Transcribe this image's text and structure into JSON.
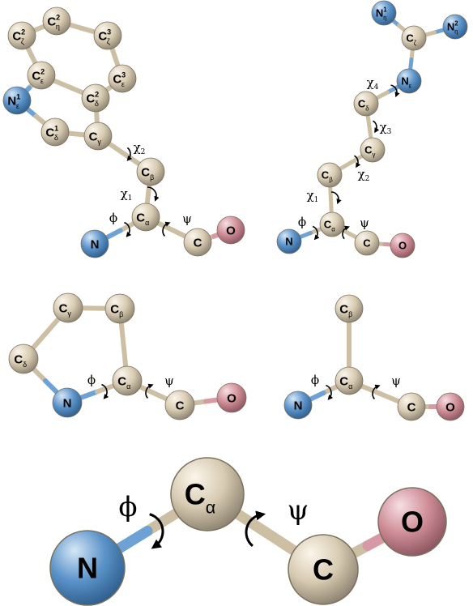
{
  "colors": {
    "carbon": "#d8cbb2",
    "nitrogen": "#5b93c9",
    "oxygen": "#cf8e98",
    "bond": "#cdbfa4",
    "bond_n": "#6ea2d4",
    "bond_o": "#d59aa3"
  },
  "panels": [
    {
      "id": "tryptophan",
      "atoms": [
        {
          "id": "cz2",
          "el": "C",
          "label": "C",
          "sub": "ζ",
          "sup": "2"
        },
        {
          "id": "ch2",
          "el": "C",
          "label": "C",
          "sub": "η",
          "sup": "2"
        },
        {
          "id": "cz3",
          "el": "C",
          "label": "C",
          "sub": "ζ",
          "sup": "3"
        },
        {
          "id": "ce3",
          "el": "C",
          "label": "C",
          "sub": "ε",
          "sup": "3"
        },
        {
          "id": "cd2",
          "el": "C",
          "label": "C",
          "sub": "δ",
          "sup": "2"
        },
        {
          "id": "ce2",
          "el": "C",
          "label": "C",
          "sub": "ε",
          "sup": "2"
        },
        {
          "id": "ne1",
          "el": "N",
          "label": "N",
          "sub": "ε",
          "sup": "1"
        },
        {
          "id": "cd1",
          "el": "C",
          "label": "C",
          "sub": "δ",
          "sup": "1"
        },
        {
          "id": "cg",
          "el": "C",
          "label": "C",
          "sub": "γ",
          "sup": ""
        },
        {
          "id": "cb",
          "el": "C",
          "label": "C",
          "sub": "β",
          "sup": ""
        },
        {
          "id": "ca",
          "el": "C",
          "label": "C",
          "sub": "α",
          "sup": ""
        },
        {
          "id": "n",
          "el": "N",
          "label": "N",
          "sub": "",
          "sup": ""
        },
        {
          "id": "c",
          "el": "C",
          "label": "C",
          "sub": "",
          "sup": ""
        },
        {
          "id": "o",
          "el": "O",
          "label": "O",
          "sub": "",
          "sup": ""
        }
      ],
      "torsions": [
        {
          "sym": "χ",
          "sub": "2"
        },
        {
          "sym": "χ",
          "sub": "1"
        },
        {
          "sym": "ϕ",
          "sub": ""
        },
        {
          "sym": "ψ",
          "sub": ""
        }
      ]
    },
    {
      "id": "arginine",
      "atoms": [
        {
          "id": "nh1",
          "el": "N",
          "label": "N",
          "sub": "η",
          "sup": "1"
        },
        {
          "id": "nh2",
          "el": "N",
          "label": "N",
          "sub": "η",
          "sup": "2"
        },
        {
          "id": "cz",
          "el": "C",
          "label": "C",
          "sub": "ζ",
          "sup": ""
        },
        {
          "id": "ne",
          "el": "N",
          "label": "N",
          "sub": "ε",
          "sup": ""
        },
        {
          "id": "cd",
          "el": "C",
          "label": "C",
          "sub": "δ",
          "sup": ""
        },
        {
          "id": "cg",
          "el": "C",
          "label": "C",
          "sub": "γ",
          "sup": ""
        },
        {
          "id": "cb",
          "el": "C",
          "label": "C",
          "sub": "β",
          "sup": ""
        },
        {
          "id": "ca",
          "el": "C",
          "label": "C",
          "sub": "α",
          "sup": ""
        },
        {
          "id": "n",
          "el": "N",
          "label": "N",
          "sub": "",
          "sup": ""
        },
        {
          "id": "c",
          "el": "C",
          "label": "C",
          "sub": "",
          "sup": ""
        },
        {
          "id": "o",
          "el": "O",
          "label": "O",
          "sub": "",
          "sup": ""
        }
      ],
      "torsions": [
        {
          "sym": "χ",
          "sub": "4"
        },
        {
          "sym": "χ",
          "sub": "3"
        },
        {
          "sym": "χ",
          "sub": "2"
        },
        {
          "sym": "χ",
          "sub": "1"
        },
        {
          "sym": "ϕ",
          "sub": ""
        },
        {
          "sym": "ψ",
          "sub": ""
        }
      ]
    },
    {
      "id": "proline",
      "atoms": [
        {
          "id": "cg",
          "el": "C",
          "label": "C",
          "sub": "γ",
          "sup": ""
        },
        {
          "id": "cb",
          "el": "C",
          "label": "C",
          "sub": "β",
          "sup": ""
        },
        {
          "id": "cd",
          "el": "C",
          "label": "C",
          "sub": "δ",
          "sup": ""
        },
        {
          "id": "ca",
          "el": "C",
          "label": "C",
          "sub": "α",
          "sup": ""
        },
        {
          "id": "n",
          "el": "N",
          "label": "N",
          "sub": "",
          "sup": ""
        },
        {
          "id": "c",
          "el": "C",
          "label": "C",
          "sub": "",
          "sup": ""
        },
        {
          "id": "o",
          "el": "O",
          "label": "O",
          "sub": "",
          "sup": ""
        }
      ],
      "torsions": [
        {
          "sym": "ϕ",
          "sub": ""
        },
        {
          "sym": "ψ",
          "sub": ""
        }
      ]
    },
    {
      "id": "alanine",
      "atoms": [
        {
          "id": "cb",
          "el": "C",
          "label": "C",
          "sub": "β",
          "sup": ""
        },
        {
          "id": "ca",
          "el": "C",
          "label": "C",
          "sub": "α",
          "sup": ""
        },
        {
          "id": "n",
          "el": "N",
          "label": "N",
          "sub": "",
          "sup": ""
        },
        {
          "id": "c",
          "el": "C",
          "label": "C",
          "sub": "",
          "sup": ""
        },
        {
          "id": "o",
          "el": "O",
          "label": "O",
          "sub": "",
          "sup": ""
        }
      ],
      "torsions": [
        {
          "sym": "ϕ",
          "sub": ""
        },
        {
          "sym": "ψ",
          "sub": ""
        }
      ]
    },
    {
      "id": "backbone",
      "atoms": [
        {
          "id": "ca",
          "el": "C",
          "label": "C",
          "sub": "α",
          "sup": ""
        },
        {
          "id": "n",
          "el": "N",
          "label": "N",
          "sub": "",
          "sup": ""
        },
        {
          "id": "c",
          "el": "C",
          "label": "C",
          "sub": "",
          "sup": ""
        },
        {
          "id": "o",
          "el": "O",
          "label": "O",
          "sub": "",
          "sup": ""
        }
      ],
      "torsions": [
        {
          "sym": "ϕ",
          "sub": ""
        },
        {
          "sym": "ψ",
          "sub": ""
        }
      ]
    }
  ]
}
